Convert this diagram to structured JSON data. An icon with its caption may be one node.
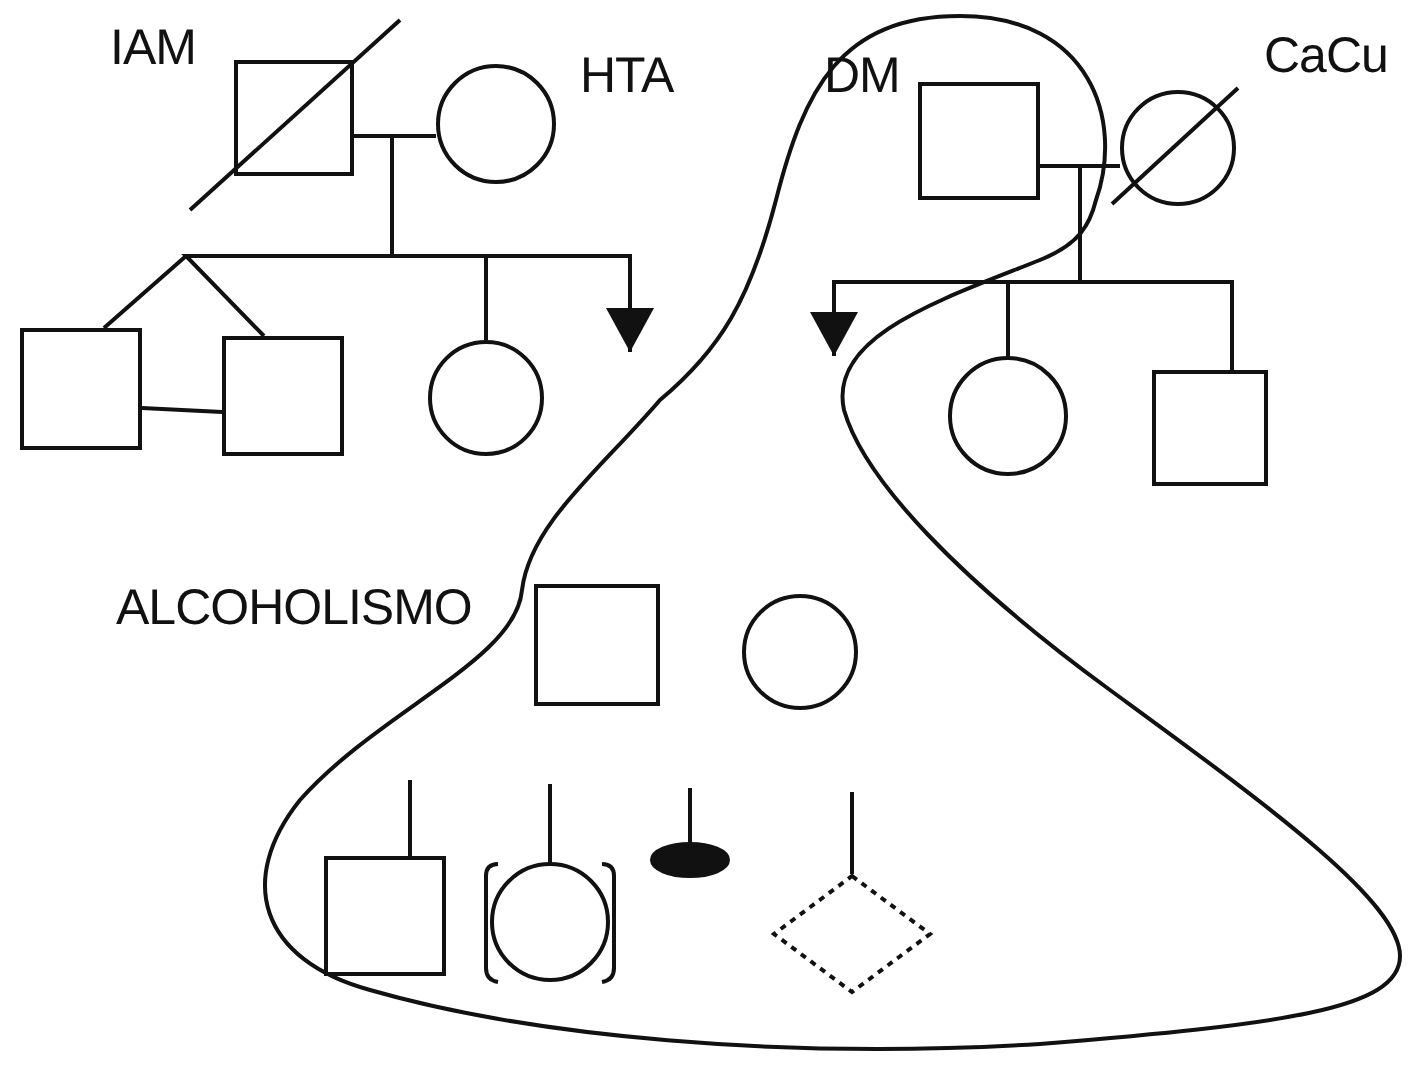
{
  "diagram": {
    "nodes": [
      {
        "text": [],
        "shape": "box",
        "beside": [
          "IAM"
        ]
      },
      {
        "text": [],
        "shape": "circle",
        "beside": [
          "HTA"
        ]
      },
      {
        "text": [],
        "shape": "box",
        "beside": [
          "DM"
        ]
      },
      {
        "text": [],
        "shape": "circle",
        "beside": [
          "CaCu"
        ]
      },
      {
        "text": [],
        "shape": "box"
      },
      {
        "text": [],
        "shape": "box"
      },
      {
        "text": [],
        "shape": "circle"
      },
      {
        "text": [],
        "shape": "circle"
      },
      {
        "text": [],
        "shape": "box"
      },
      {
        "text": [],
        "shape": "box",
        "beside": [
          "ALCOHOLISMO"
        ]
      },
      {
        "text": [],
        "shape": "circle"
      },
      {
        "text": [],
        "shape": "box"
      },
      {
        "text": [],
        "shape": "circle"
      },
      {
        "text": [],
        "shape": "ellipse"
      },
      {
        "text": [],
        "shape": "diamond"
      }
    ],
    "edges": [
      {
        "from": 0,
        "to": 1,
        "arrow": "none"
      },
      {
        "from": 0,
        "to": 4,
        "arrow": "none"
      },
      {
        "from": 0,
        "to": 5,
        "arrow": "none"
      },
      {
        "from": 0,
        "to": 6,
        "arrow": "none"
      },
      {
        "from": 0,
        "to": null,
        "arrow": "to"
      },
      {
        "from": 2,
        "to": 3,
        "arrow": "none"
      },
      {
        "from": 2,
        "to": null,
        "arrow": "to"
      },
      {
        "from": 2,
        "to": 7,
        "arrow": "none"
      },
      {
        "from": 2,
        "to": 8,
        "arrow": "none"
      },
      {
        "from": 4,
        "to": 5,
        "arrow": "none"
      },
      {
        "from": null,
        "to": 11,
        "arrow": "none"
      },
      {
        "from": null,
        "to": 12,
        "arrow": "none"
      },
      {
        "from": null,
        "to": 13,
        "arrow": "none"
      },
      {
        "from": null,
        "to": 14,
        "arrow": "none"
      }
    ]
  }
}
